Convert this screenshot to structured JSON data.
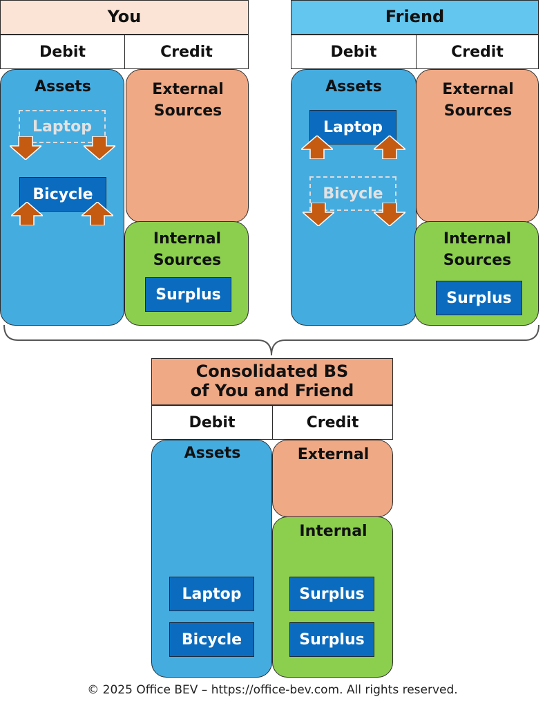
{
  "colors": {
    "you_title_bg": "#fbe4d6",
    "friend_title_bg": "#63c6ee",
    "consolidated_title_bg": "#efa985",
    "assets": "#45ace0",
    "external": "#efa985",
    "internal": "#8ccf4e",
    "item": "#0b6cbf",
    "arrow": "#c55a11"
  },
  "you": {
    "title": "You",
    "debit": "Debit",
    "credit": "Credit",
    "assets": "Assets",
    "external": "External\nSources",
    "internal": "Internal\nSources",
    "laptop": "Laptop",
    "bicycle": "Bicycle",
    "surplus": "Surplus"
  },
  "friend": {
    "title": "Friend",
    "debit": "Debit",
    "credit": "Credit",
    "assets": "Assets",
    "external": "External\nSources",
    "internal": "Internal\nSources",
    "laptop": "Laptop",
    "bicycle": "Bicycle",
    "surplus": "Surplus"
  },
  "consolidated": {
    "title": "Consolidated BS\nof You and Friend",
    "debit": "Debit",
    "credit": "Credit",
    "assets": "Assets",
    "external": "External",
    "internal": "Internal",
    "laptop": "Laptop",
    "bicycle": "Bicycle",
    "surplus_1": "Surplus",
    "surplus_2": "Surplus"
  },
  "footer": "© 2025 Office BEV – https://office-bev.com. All rights reserved."
}
